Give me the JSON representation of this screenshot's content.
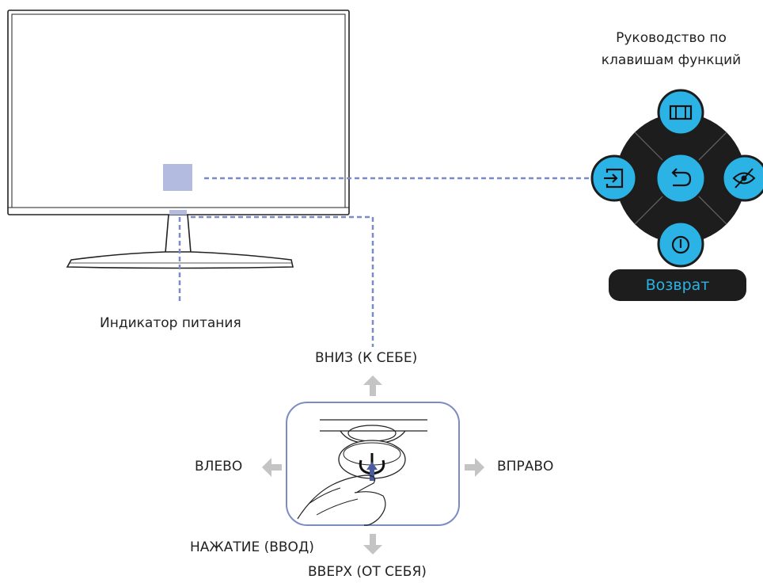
{
  "guide": {
    "title_line1": "Руководство по",
    "title_line2": "клавишам функций",
    "back_label": "Возврат"
  },
  "labels": {
    "power_indicator": "Индикатор питания",
    "down": "ВНИЗ (К СЕБЕ)",
    "up": "ВВЕРХ (ОТ СЕБЯ)",
    "left": "ВЛЕВО",
    "right": "ВПРАВО",
    "press": "НАЖАТИЕ (ВВОД)"
  },
  "icons": {
    "center": "back-arrow-icon",
    "top": "picture-mode-icon",
    "left": "source-input-icon",
    "right": "eye-saver-icon",
    "bottom": "power-icon"
  },
  "colors": {
    "accent_blue": "#2bb3e6",
    "dial_dark": "#1d1d1d",
    "dashed_line": "#7b8cc4",
    "indicator_box": "#b3bce0",
    "arrow_gray": "#c4c4c4"
  }
}
